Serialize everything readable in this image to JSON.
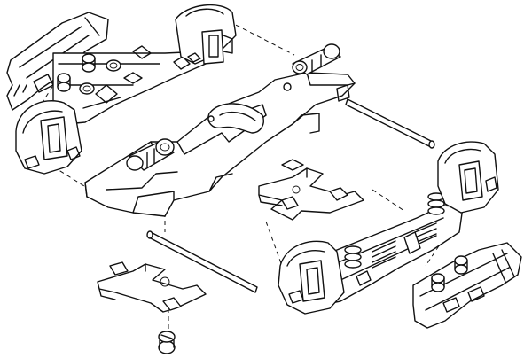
{
  "drawing": {
    "kind": "exploded-view line drawing",
    "colors": {
      "line": "#111111",
      "background": "#ffffff"
    },
    "parts": [
      "side-frame-upper-left",
      "brake-shoe-upper-left",
      "wheel-upper-right",
      "wheel-left",
      "bolster-chassis-plate",
      "axle-pin-top",
      "axle-pin-lower",
      "bracket-center",
      "bracket-lower-left",
      "screw",
      "side-frame-lower-right",
      "wheel-lower-mid",
      "wheel-right",
      "brake-shoe-lower-right"
    ]
  }
}
